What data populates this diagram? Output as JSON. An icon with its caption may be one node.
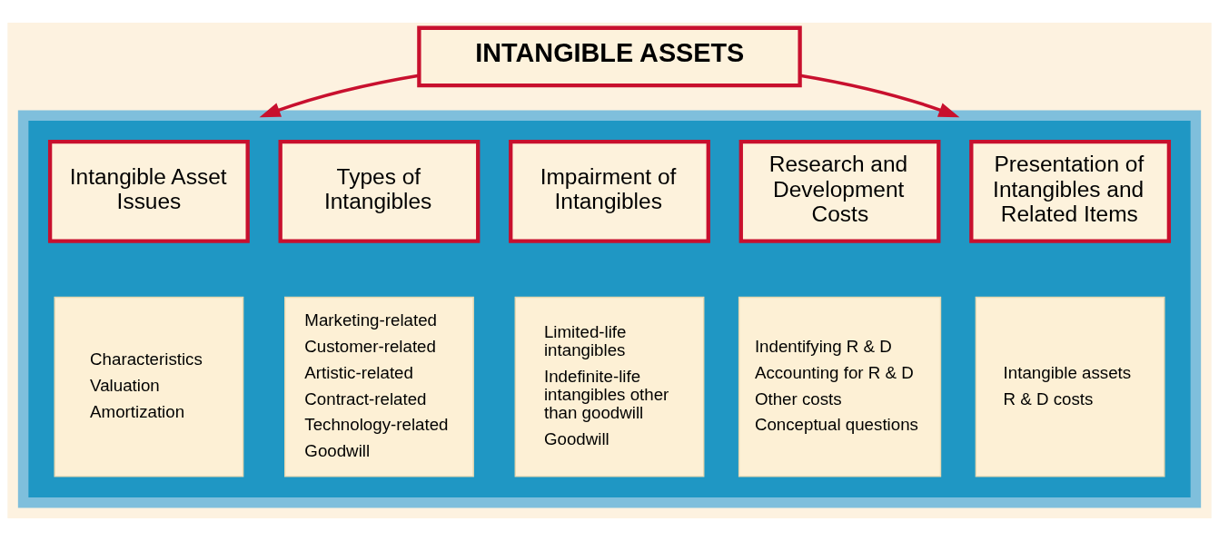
{
  "diagram": {
    "nodes": [
      {
        "text": [
          "INTANGIBLE ASSETS"
        ]
      },
      {
        "text": [],
        "shape": "box"
      },
      {
        "text": [
          "Intangible Asset Issues"
        ],
        "in": 1
      },
      {
        "text": [
          "Characteristics",
          "Valuation",
          "Amortization"
        ],
        "in": 1
      },
      {
        "text": [
          "Types of Intangibles"
        ],
        "in": 1
      },
      {
        "text": [
          "Marketing-related",
          "Customer-related",
          "Artistic-related",
          "Contract-related",
          "Technology-related",
          "Goodwill"
        ],
        "in": 1
      },
      {
        "text": [
          "Impairment of Intangibles"
        ],
        "in": 1
      },
      {
        "text": [
          "Limited-life intangibles",
          "Indefinite-life intangibles other than goodwill",
          "Goodwill"
        ],
        "in": 1
      },
      {
        "text": [
          "Research and Development Costs"
        ],
        "in": 1
      },
      {
        "text": [
          "Indentifying R & D",
          "Accounting for R & D",
          "Other costs",
          "Conceptual questions"
        ],
        "in": 1
      },
      {
        "text": [
          "Presentation of Intangibles and Related Items"
        ],
        "in": 1
      },
      {
        "text": [
          "Intangible assets",
          "R & D costs"
        ],
        "in": 1
      }
    ],
    "edges": [
      {
        "from": 0,
        "to": 1,
        "arrow": "to"
      },
      {
        "from": 0,
        "to": 1,
        "arrow": "to"
      }
    ]
  }
}
